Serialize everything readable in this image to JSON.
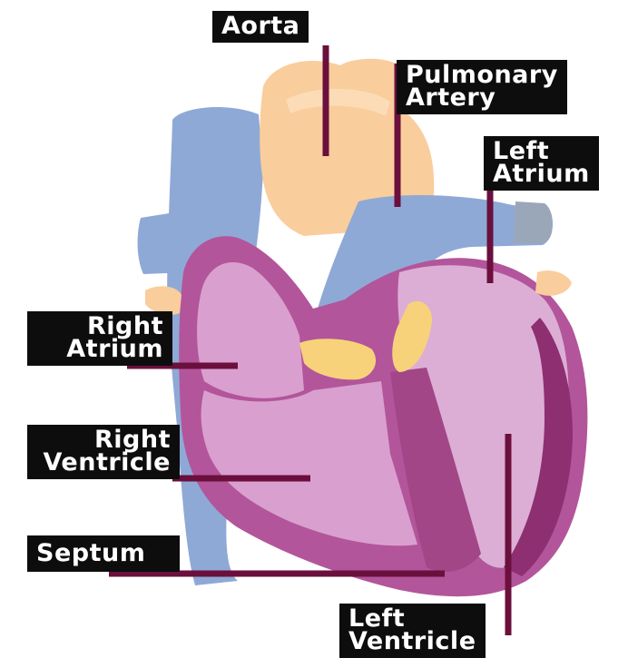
{
  "diagram": {
    "labels": {
      "aorta": [
        "Aorta"
      ],
      "pulmonary_artery": [
        "Pulmonary",
        "Artery"
      ],
      "left_atrium": [
        "Left",
        "Atrium"
      ],
      "right_atrium": [
        "Right",
        "Atrium"
      ],
      "right_ventricle": [
        "Right",
        "Ventricle"
      ],
      "septum": [
        "Septum"
      ],
      "left_ventricle": [
        "Left",
        "Ventricle"
      ]
    },
    "colors": {
      "label_background": "#0d0d0d",
      "label_text": "#ffffff",
      "leader_line": "#6b0f3d",
      "vein_blue": "#8fa9d6",
      "aorta_peach": "#f9cd9c",
      "heart_pink": "#d9a0cf",
      "muscle_magenta": "#b3559a",
      "muscle_dark": "#8e2f72",
      "valve_yellow": "#f7d27a"
    }
  }
}
